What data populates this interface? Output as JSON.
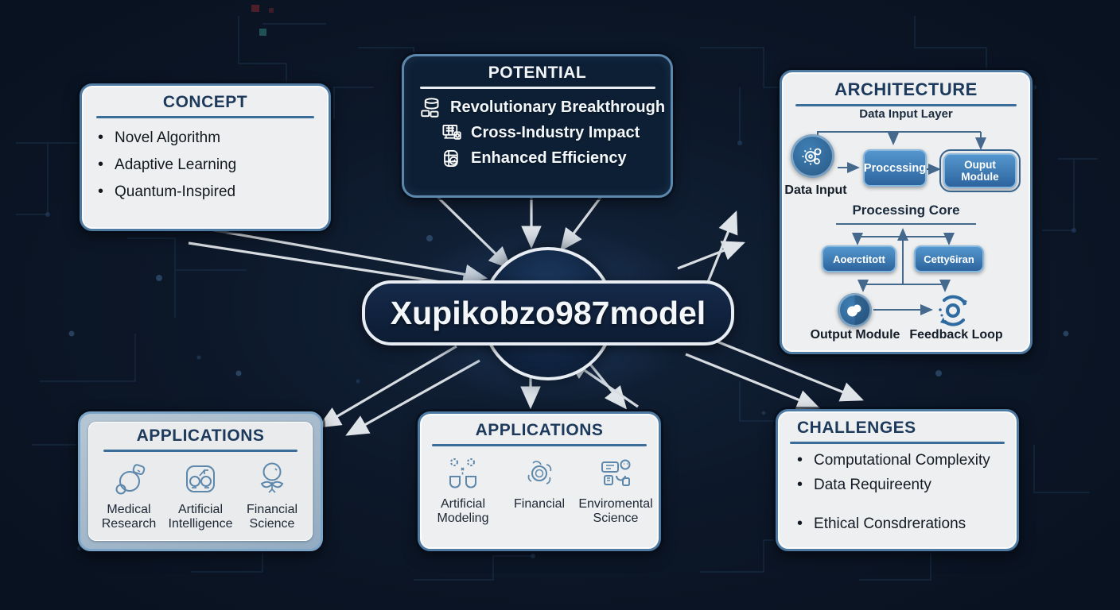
{
  "center": {
    "label": "Xupikobzo987model"
  },
  "concept": {
    "title": "CONCEPT",
    "items": [
      "Novel Algorithm",
      "Adaptive Learning",
      "Quantum-Inspired"
    ]
  },
  "potential": {
    "title": "POTENTIAL",
    "items": [
      {
        "icon": "database-icon",
        "label": "Revolutionary Breakthrough"
      },
      {
        "icon": "industry-monitor-icon",
        "label": "Cross-Industry Impact"
      },
      {
        "icon": "efficiency-barrel-icon",
        "label": "Enhanced Efficiency"
      }
    ]
  },
  "architecture": {
    "title": "ARCHITECTURE",
    "input_layer_label": "Data Input Layer",
    "data_input_label": "Data Input",
    "processing_button": "Proccssing",
    "output_button": "Ouput Module",
    "core_label": "Processing Core",
    "core_left_button": "Aoerctitott",
    "core_right_button": "Cetty6iran",
    "output_module_label": "Output Module",
    "feedback_label": "Feedback Loop"
  },
  "applications_left": {
    "title": "APPLICATIONS",
    "items": [
      {
        "icon": "medical-research-icon",
        "label": "Medical Research"
      },
      {
        "icon": "artificial-intelligence-icon",
        "label": "Artificial Intelligence"
      },
      {
        "icon": "financial-science-icon",
        "label": "Financial Science"
      }
    ]
  },
  "applications_center": {
    "title": "APPLICATIONS",
    "items": [
      {
        "icon": "artificial-modeling-icon",
        "label": "Artificial Modeling"
      },
      {
        "icon": "financial-coins-icon",
        "label": "Financial"
      },
      {
        "icon": "environmental-science-icon",
        "label": "Enviromental Science"
      }
    ]
  },
  "challenges": {
    "title": "CHALLENGES",
    "items": [
      "Computational Complexity",
      "Data Requireenty",
      "Ethical Consdrerations"
    ]
  },
  "colors": {
    "accent_underline": "#3c6d99",
    "title_navy": "#1d3a5c",
    "panel_light": "#edeff0",
    "panel_dark": "#0c1f35",
    "arrow_gray": "#d8dde2",
    "button_blue": "#2d649e",
    "background_navy": "#0c1728"
  }
}
